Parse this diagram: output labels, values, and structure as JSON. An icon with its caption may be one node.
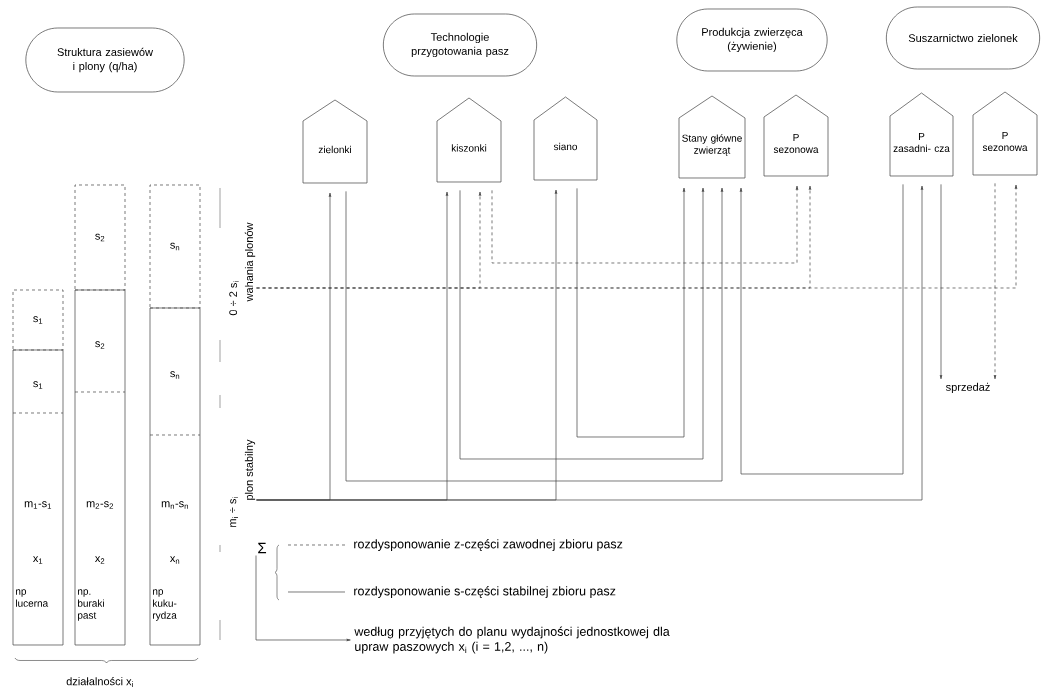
{
  "diagram": {
    "nodes": [
      {
        "text": [
          "Struktura zasiewów i plony (q/ha)"
        ]
      },
      {
        "text": [
          "Technologie przygotowania pasz"
        ]
      },
      {
        "text": [
          "Produkcja zwierzęca (żywienie)"
        ]
      },
      {
        "text": [
          "Suszarnictwo zielonek"
        ]
      },
      {
        "text": [
          "zielonki"
        ]
      },
      {
        "text": [
          "kiszonki"
        ]
      },
      {
        "text": [
          "siano"
        ]
      },
      {
        "text": [
          "Stany główne zwierząt"
        ]
      },
      {
        "text": [
          "P",
          "sezonowa"
        ]
      },
      {
        "text": [
          "P",
          "zasadni- cza"
        ]
      },
      {
        "text": [
          "P",
          "sezonowa"
        ]
      },
      {
        "text": [
          "s$_{1}$"
        ]
      },
      {
        "text": [
          "s$_{1}$",
          "m$_{1}$-s$_{1}$",
          "x$_{1}$",
          "np lucerna"
        ]
      },
      {
        "text": [
          "s$_{2}$"
        ]
      },
      {
        "text": [
          "s$_{2}$",
          "m$_{2}$-s$_{2}$",
          "x$_{2}$",
          "np. buraki past"
        ]
      },
      {
        "text": [
          "s$_{n}$"
        ]
      },
      {
        "text": [
          "s$_{n}$",
          "m$_{n}$-s$_{n}$",
          "x$_{n}$",
          "np kuku- rydza"
        ]
      },
      {
        "text": [
          "sprzedaż"
        ]
      },
      {
        "text": [
          "Σ"
        ]
      },
      {
        "text": [
          "według przyjętych do planu wydajności jednostkowej dla upraw paszowych x$_{i}$ (i = 1,2, ..., n)"
        ]
      },
      {
        "text": [
          "wahania plonów"
        ]
      },
      {
        "text": [
          "plon stabilny"
        ]
      }
    ],
    "edges": [
      {
        "from": 21,
        "to": 4,
        "arrow": "to"
      },
      {
        "from": 21,
        "to": 5,
        "arrow": "to"
      },
      {
        "from": 21,
        "to": 6,
        "arrow": "to"
      },
      {
        "from": 21,
        "to": 9,
        "arrow": "to"
      },
      {
        "from": 4,
        "to": 7,
        "arrow": "to"
      },
      {
        "from": 5,
        "to": 7,
        "arrow": "to"
      },
      {
        "from": 6,
        "to": 7,
        "arrow": "to"
      },
      {
        "from": 9,
        "to": 7,
        "arrow": "to"
      },
      {
        "from": 9,
        "to": 17,
        "arrow": "to"
      },
      {
        "from": 20,
        "to": 5,
        "arrow": "to",
        "style": "dashed"
      },
      {
        "from": 20,
        "to": 8,
        "arrow": "to",
        "style": "dashed"
      },
      {
        "from": 20,
        "to": 10,
        "arrow": "to",
        "style": "dashed"
      },
      {
        "from": 5,
        "to": 8,
        "arrow": "to",
        "style": "dashed"
      },
      {
        "from": 10,
        "to": 17,
        "arrow": "to",
        "style": "dashed"
      },
      {
        "from": 18,
        "to": 19,
        "arrow": "to"
      }
    ],
    "labels": [
      "0 ÷ 2 s$_{i}$",
      "m$_{i}$ ÷ s$_{i}$",
      "działalności x$_{i}$"
    ],
    "legend": [
      {
        "text": "rozdysponowanie z-części zawodnej zbioru pasz"
      },
      {
        "text": "rozdysponowanie s-części stabilnej zbioru pasz"
      }
    ]
  }
}
